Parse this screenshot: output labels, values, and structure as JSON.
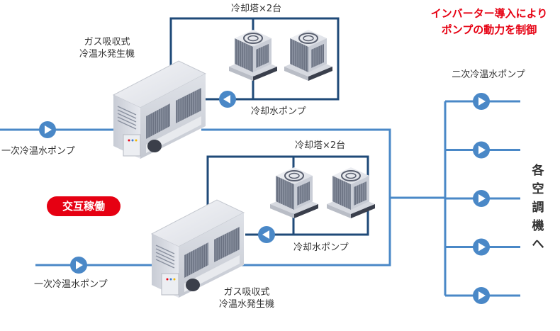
{
  "headline": {
    "lines": [
      "インバーター導入により",
      "ポンプの動力を制御"
    ],
    "color": "#e60012"
  },
  "unit_top": {
    "chiller_label_line1": "ガス吸収式",
    "chiller_label_line2": "冷温水発生機",
    "cooling_tower_label": "冷却塔×2台",
    "cooling_pump_label": "冷却水ポンプ",
    "primary_pump_label": "一次冷温水ポンプ"
  },
  "unit_bottom": {
    "chiller_label_line1": "ガス吸収式",
    "chiller_label_line2": "冷温水発生機",
    "cooling_tower_label": "冷却塔×2台",
    "cooling_pump_label": "冷却水ポンプ",
    "primary_pump_label": "一次冷温水ポンプ"
  },
  "badge": {
    "label": "交互稼働",
    "color": "#e60012"
  },
  "secondary_panel": {
    "title": "二次冷温水ポンプ",
    "vertical_label": [
      "各",
      "空",
      "調",
      "機",
      "へ"
    ],
    "pump_count": 5,
    "fill_color": "#fde4e6",
    "border_color": "#e60012"
  },
  "colors": {
    "chilled_water_pipe": "#4a88c7",
    "cooling_water_pipe": "#1f4a78",
    "pump": "#4a88c7"
  }
}
